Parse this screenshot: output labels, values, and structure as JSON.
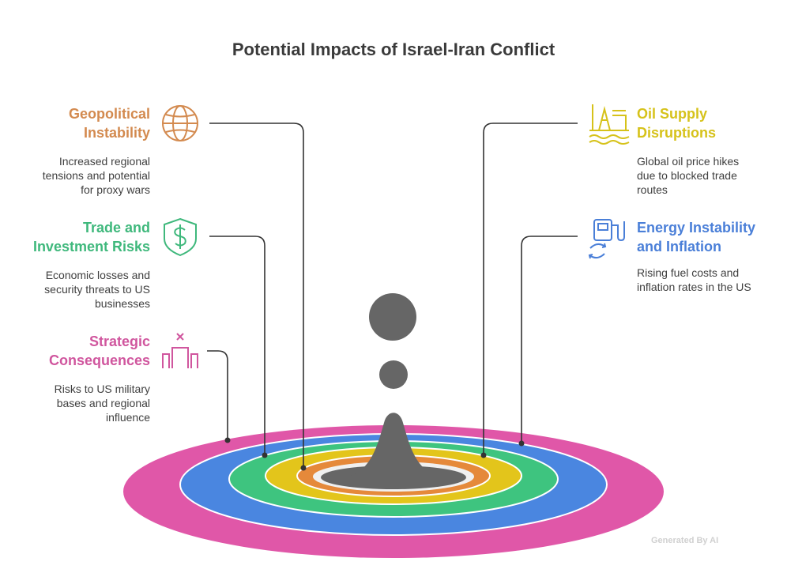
{
  "title": "Potential Impacts of Israel-Iran Conflict",
  "items": [
    {
      "title_line1": "Geopolitical",
      "title_line2": "Instability",
      "desc_line1": "Increased regional",
      "desc_line2": "tensions and potential",
      "desc_line3": "for proxy wars",
      "icon": "globe-icon",
      "color": "#d38a4f"
    },
    {
      "title_line1": "Trade and",
      "title_line2": "Investment Risks",
      "desc_line1": "Economic losses and",
      "desc_line2": "security threats to US",
      "desc_line3": "businesses",
      "icon": "dollar-shield-icon",
      "color": "#3fb87c"
    },
    {
      "title_line1": "Strategic",
      "title_line2": "Consequences",
      "desc_line1": "Risks to US military",
      "desc_line2": "bases and regional",
      "desc_line3": "influence",
      "icon": "military-base-icon",
      "color": "#d0569e"
    },
    {
      "title_line1": "Oil Supply",
      "title_line2": "Disruptions",
      "desc_line1": "Global oil price hikes",
      "desc_line2": "due to blocked trade",
      "desc_line3": "routes",
      "icon": "oil-rig-icon",
      "color": "#d6c21a"
    },
    {
      "title_line1": "Energy Instability",
      "title_line2": "and Inflation",
      "desc_line1": "Rising fuel costs and",
      "desc_line2": "inflation rates in the US",
      "icon": "fuel-pump-icon",
      "color": "#4a7fd8"
    }
  ],
  "ring_colors": [
    "#e057a8",
    "#4a86e0",
    "#3ec47f",
    "#e3c51b",
    "#e5893a",
    "#f0f0f0"
  ],
  "drop_color": "#666666",
  "watermark": "Generated By AI"
}
